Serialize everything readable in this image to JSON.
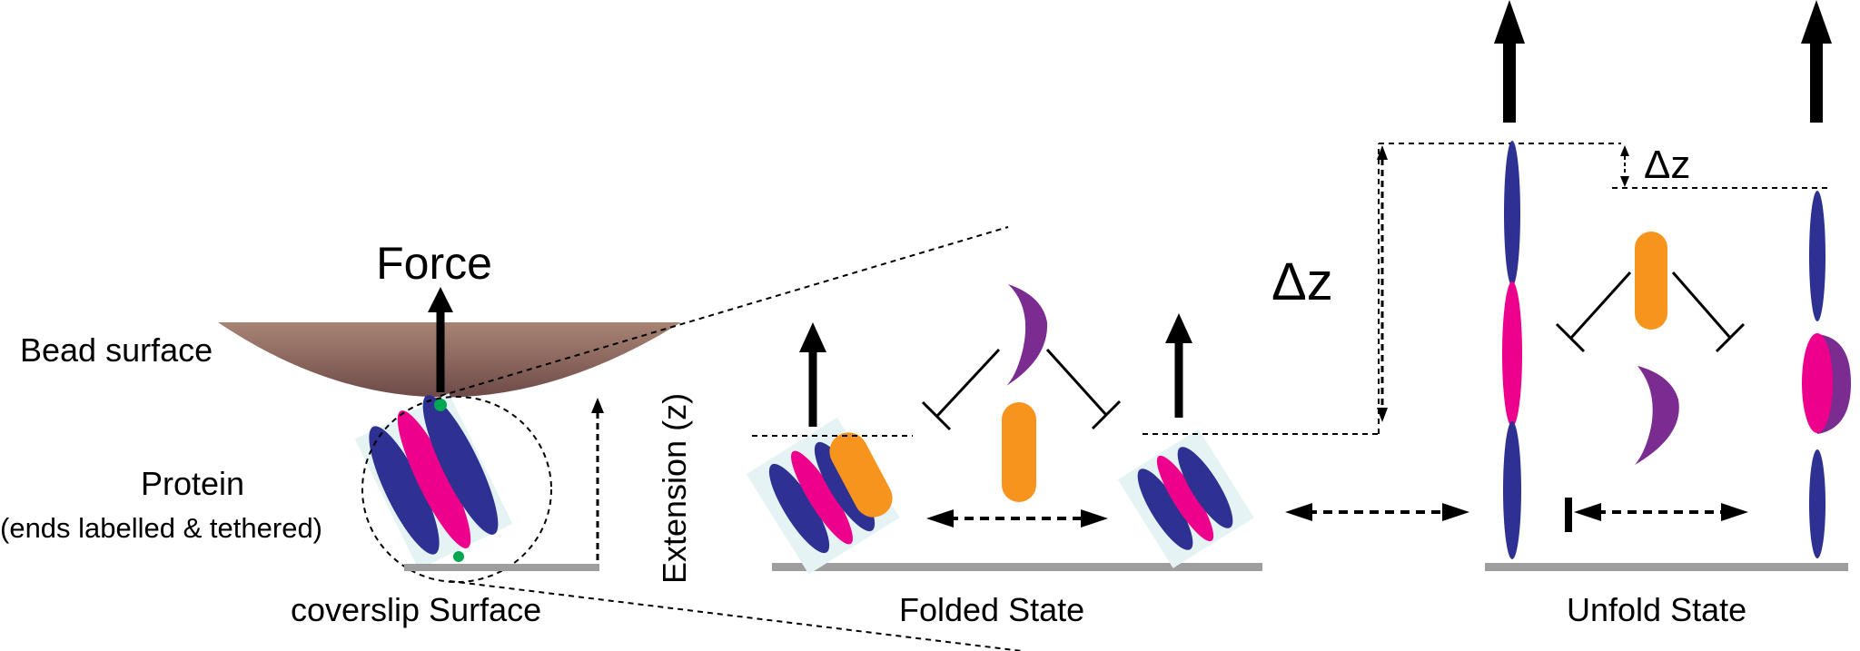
{
  "labels": {
    "force": "Force",
    "bead_surface": "Bead surface",
    "protein": "Protein",
    "protein_note": "(ends labelled & tethered)",
    "coverslip": "coverslip Surface",
    "extension": "Extension (z)",
    "delta_z_large": "Δz",
    "delta_z_small": "Δz",
    "folded_state": "Folded State",
    "unfold_state": "Unfold State"
  },
  "colors": {
    "navy": "#2e3192",
    "magenta": "#ec008c",
    "orange": "#f7941d",
    "purple": "#7b2c90",
    "surface_gray": "#9e9e9e",
    "bead_top": "#a88474",
    "bead_bottom": "#6e4a48",
    "protein_bg": "#e6f3f5",
    "tether_green": "#00a651"
  }
}
